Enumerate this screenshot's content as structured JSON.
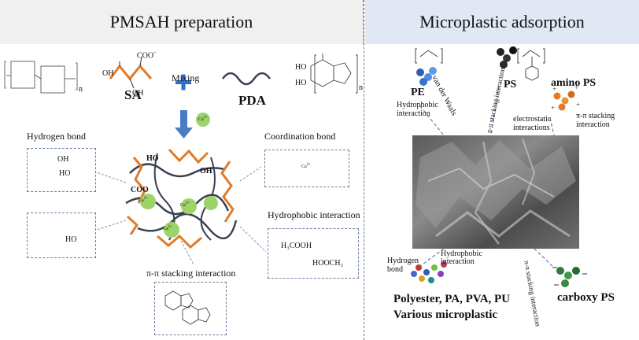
{
  "left": {
    "title": "PMSAH preparation",
    "sa_label": "SA",
    "mixing_label": "Mixing",
    "pda_label": "PDA",
    "ca_label": "Ca",
    "ca_sup": "2+",
    "hydrogen_bond": "Hydrogen bond",
    "coordination_bond": "Coordination bond",
    "hydrophobic_interaction": "Hydrophobic interaction",
    "pi_stacking": "π-π stacking interaction",
    "h3cooh": "H₃COOH",
    "hoohch3": "HOOCH₃",
    "oh": "OH",
    "ho": "HO",
    "coo": "COO",
    "coo_sup": "-",
    "n": "n"
  },
  "right": {
    "title": "Microplastic adsorption",
    "pe": "PE",
    "ps": "PS",
    "amino_ps": "amino PS",
    "carboxy_ps": "carboxy PS",
    "van_der_waals": "van der Waals",
    "hydrophobic_interaction": "Hydrophobic interaction",
    "pi_stacking_interaction": "π-π stacking interaction",
    "electrostatic": "electrostatic interactions",
    "hydrogen_bond": "Hydrogen bond",
    "hydrophobic_interaction2": "Hydrophobic interaction",
    "pi_stacking_interaction2": "π-π stacking interaction",
    "polyester": "Polyester, PA, PVA, PU",
    "various": "Various microplastic"
  },
  "colors": {
    "orange": "#e07b2a",
    "ca_green": "#9ed36a",
    "dark_chain": "#3a4150",
    "arrow_blue": "#4a7cc4",
    "plus_blue": "#2e6fc9"
  }
}
